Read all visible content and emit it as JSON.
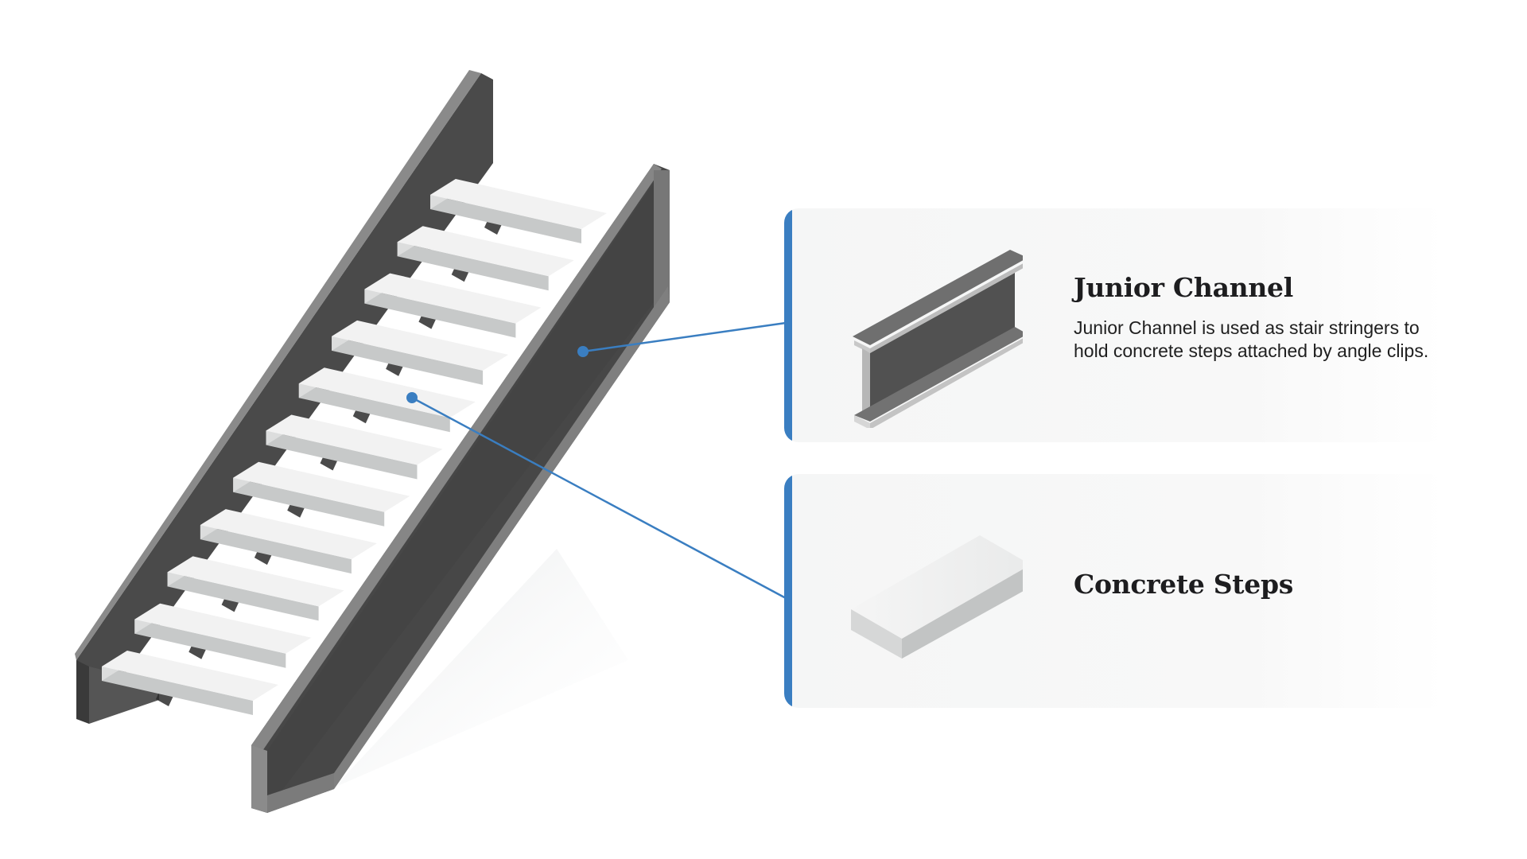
{
  "colors": {
    "accent_blue": "#3a7ec1",
    "channel_dark": "#484848",
    "channel_edge": "#7a7a7a",
    "step_light": "#f0f0f0",
    "step_shade": "#c6c8c8",
    "card_bg": "#f6f7f7"
  },
  "icons": {
    "stair_illustration": "metal-stair-with-concrete-steps",
    "channel": "junior-channel-beam-icon",
    "step": "concrete-step-block-icon",
    "callout": "leader-line-dot"
  },
  "callouts": [
    {
      "id": "junior-channel",
      "title": "Junior Channel",
      "description": "Junior Channel is used as stair stringers to hold concrete steps attached by angle clips."
    },
    {
      "id": "concrete-steps",
      "title": "Concrete Steps",
      "description": ""
    }
  ]
}
